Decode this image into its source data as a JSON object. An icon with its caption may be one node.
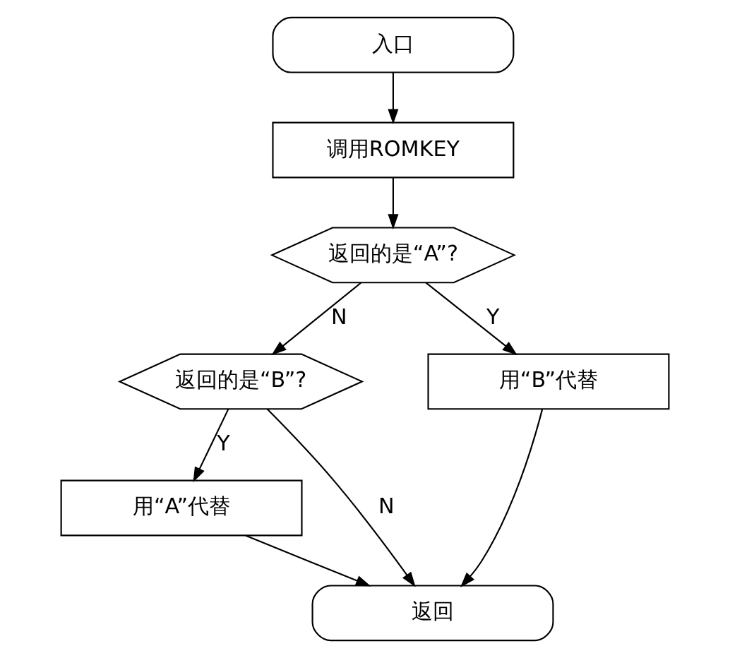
{
  "diagram": {
    "nodes": [
      {
        "text": [
          "入口"
        ]
      },
      {
        "text": [
          "调用ROMKEY"
        ]
      },
      {
        "text": [
          "返回的是“A”?"
        ]
      },
      {
        "text": [
          "返回的是“B”?"
        ]
      },
      {
        "text": [
          "用“B”代替"
        ]
      },
      {
        "text": [
          "用“A”代替"
        ]
      },
      {
        "text": [
          "返回"
        ]
      }
    ],
    "edges": [
      {
        "from": 0,
        "to": 1,
        "arrow": "to"
      },
      {
        "from": 1,
        "to": 2,
        "arrow": "to"
      },
      {
        "from": 2,
        "to": 3,
        "arrow": "to",
        "label": "N"
      },
      {
        "from": 2,
        "to": 4,
        "arrow": "to",
        "label": "Y"
      },
      {
        "from": 3,
        "to": 5,
        "arrow": "to",
        "label": "Y"
      },
      {
        "from": 3,
        "to": 6,
        "arrow": "to",
        "label": "N"
      },
      {
        "from": 5,
        "to": 6,
        "arrow": "to"
      },
      {
        "from": 4,
        "to": 6,
        "arrow": "to"
      }
    ]
  }
}
